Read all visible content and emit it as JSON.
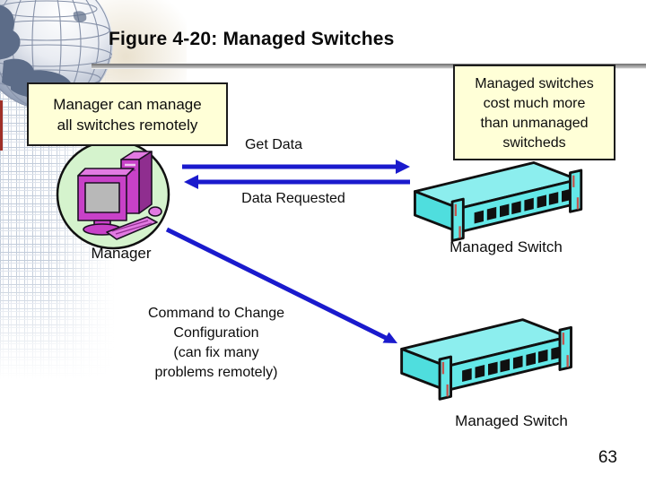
{
  "slide": {
    "title": "Figure 4-20: Managed Switches",
    "page_number": "63"
  },
  "callouts": {
    "manager_note": {
      "lines": [
        "Manager can manage",
        "all switches remotely"
      ]
    },
    "cost_note": {
      "lines": [
        "Managed switches",
        "cost much more",
        "than unmanaged",
        "switcheds"
      ]
    }
  },
  "labels": {
    "get_data": "Get Data",
    "data_requested": "Data Requested",
    "manager": "Manager",
    "managed_switch_top": "Managed Switch",
    "managed_switch_bottom": "Managed Switch",
    "command": {
      "lines": [
        "Command to Change",
        "Configuration",
        "(can fix many",
        "problems remotely)"
      ]
    }
  },
  "icons": {
    "globe": "globe-icon",
    "manager_computer": "manager-computer-icon",
    "managed_switch": "network-switch-icon"
  },
  "colors": {
    "arrow_blue": "#1a1acd",
    "callout_bg": "#ffffd7",
    "title_text": "#0a0a0a",
    "switch_top": "#8ceeee",
    "switch_side": "#4fdede",
    "switch_front": "#63e8e8",
    "switch_port": "#101010",
    "switch_bracket_red": "#c1564f",
    "manager_circle_bg": "#d5f3cd",
    "computer_light": "#e27ae2",
    "computer_mid": "#c841c8",
    "computer_dark": "#8f2e8f",
    "screen_gray": "#b8b8b8"
  }
}
